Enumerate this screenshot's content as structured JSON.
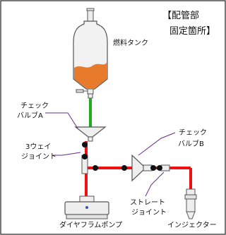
{
  "title": {
    "line1": "【配管部",
    "line2": "固定箇所】"
  },
  "labels": {
    "fuel_tank": "燃料タンク",
    "check_valve_a": {
      "line1": "チェック",
      "line2": "バルブA"
    },
    "check_valve_b": {
      "line1": "チェック",
      "line2": "バルブB"
    },
    "three_way_joint": {
      "line1": "3ウェイ",
      "line2": "ジョイント"
    },
    "straight_joint": {
      "line1": "ストレート",
      "line2": "ジョイント"
    },
    "diaphragm_pump": "ダイヤフラムポンプ",
    "injector": "インジェクター"
  },
  "colors": {
    "frame": "#222222",
    "fuel": "#e87a2c",
    "supply_line": "#22aa22",
    "pressure_line": "#ee1111",
    "fix_point": "#111111",
    "leader": "#6a2a8a",
    "body_stroke": "#555555",
    "body_fill": "#eeeeee"
  }
}
